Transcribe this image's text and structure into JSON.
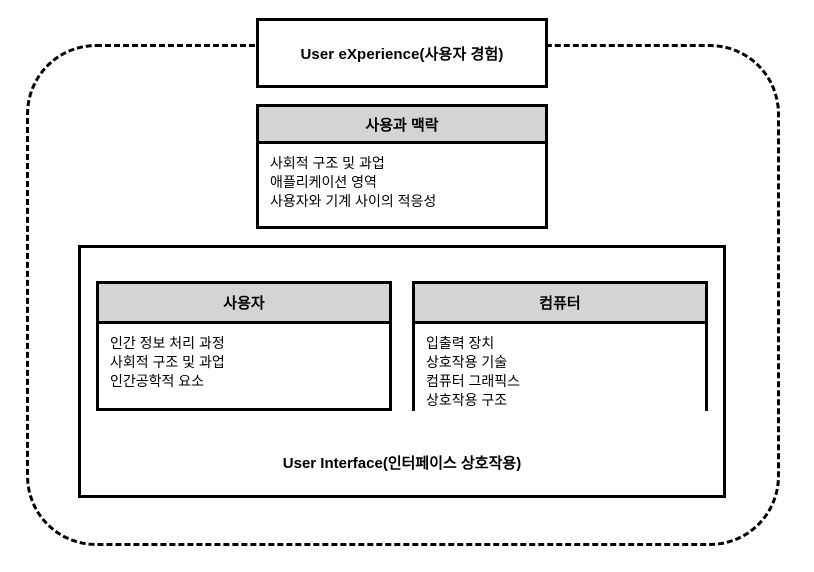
{
  "diagram": {
    "ux_box": {
      "title": "User eXperience(사용자 경험)"
    },
    "context_panel": {
      "header": "사용과 맥락",
      "items": [
        "사회적 구조 및 과업",
        "애플리케이션 영역",
        "사용자와 기계 사이의 적응성"
      ]
    },
    "ui_box": {
      "caption": "User Interface(인터페이스 상호작용)"
    },
    "user_panel": {
      "header": "사용자",
      "items": [
        "인간 정보 처리 과정",
        "사회적 구조 및 과업",
        "인간공학적 요소"
      ]
    },
    "computer_panel": {
      "header": "컴퓨터",
      "items": [
        "입출력 장치",
        "상호작용 기술",
        "컴퓨터 그래픽스",
        "상호작용 구조"
      ]
    },
    "colors": {
      "header_gray": "#d4d4d4",
      "stroke": "#000000",
      "background": "#ffffff"
    }
  }
}
